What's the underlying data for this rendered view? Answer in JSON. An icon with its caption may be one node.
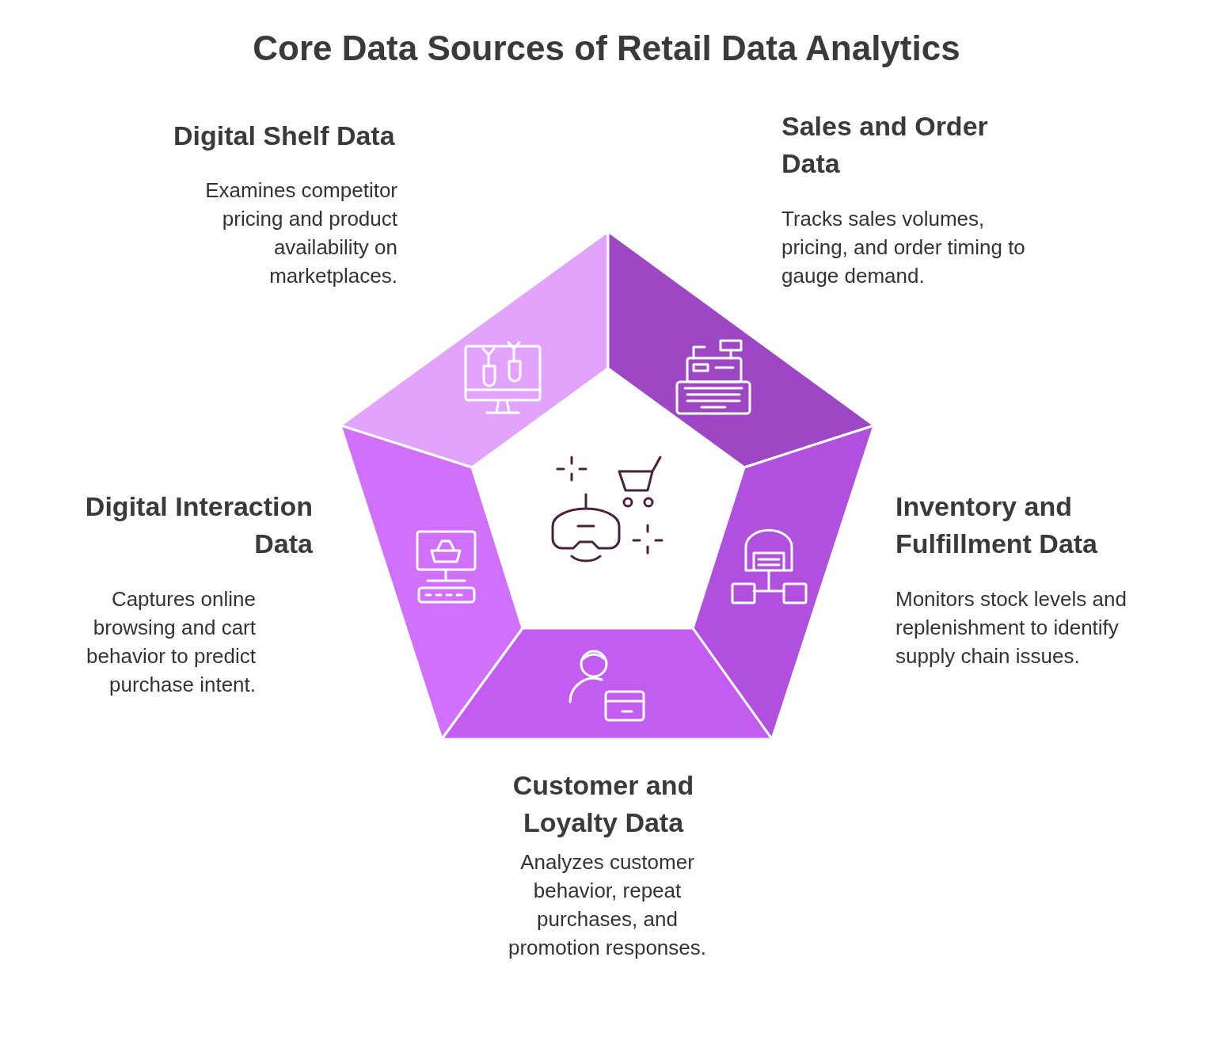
{
  "diagram": {
    "title": "Core Data Sources of Retail Data Analytics",
    "nodes": [
      {
        "text": [
          "Digital Shelf Data",
          "Examines competitor pricing and product availability on marketplaces."
        ]
      },
      {
        "text": [
          "Sales and Order Data",
          "Tracks sales volumes, pricing, and order timing to gauge demand."
        ]
      },
      {
        "text": [
          "Digital Interaction Data",
          "Captures online browsing and cart behavior to predict purchase intent."
        ]
      },
      {
        "text": [
          "Inventory and Fulfillment Data",
          "Monitors stock levels and replenishment to identify supply chain issues."
        ]
      },
      {
        "text": [
          "Customer and Loyalty Data",
          "Analyzes customer behavior, repeat purchases, and promotion responses."
        ]
      }
    ]
  }
}
